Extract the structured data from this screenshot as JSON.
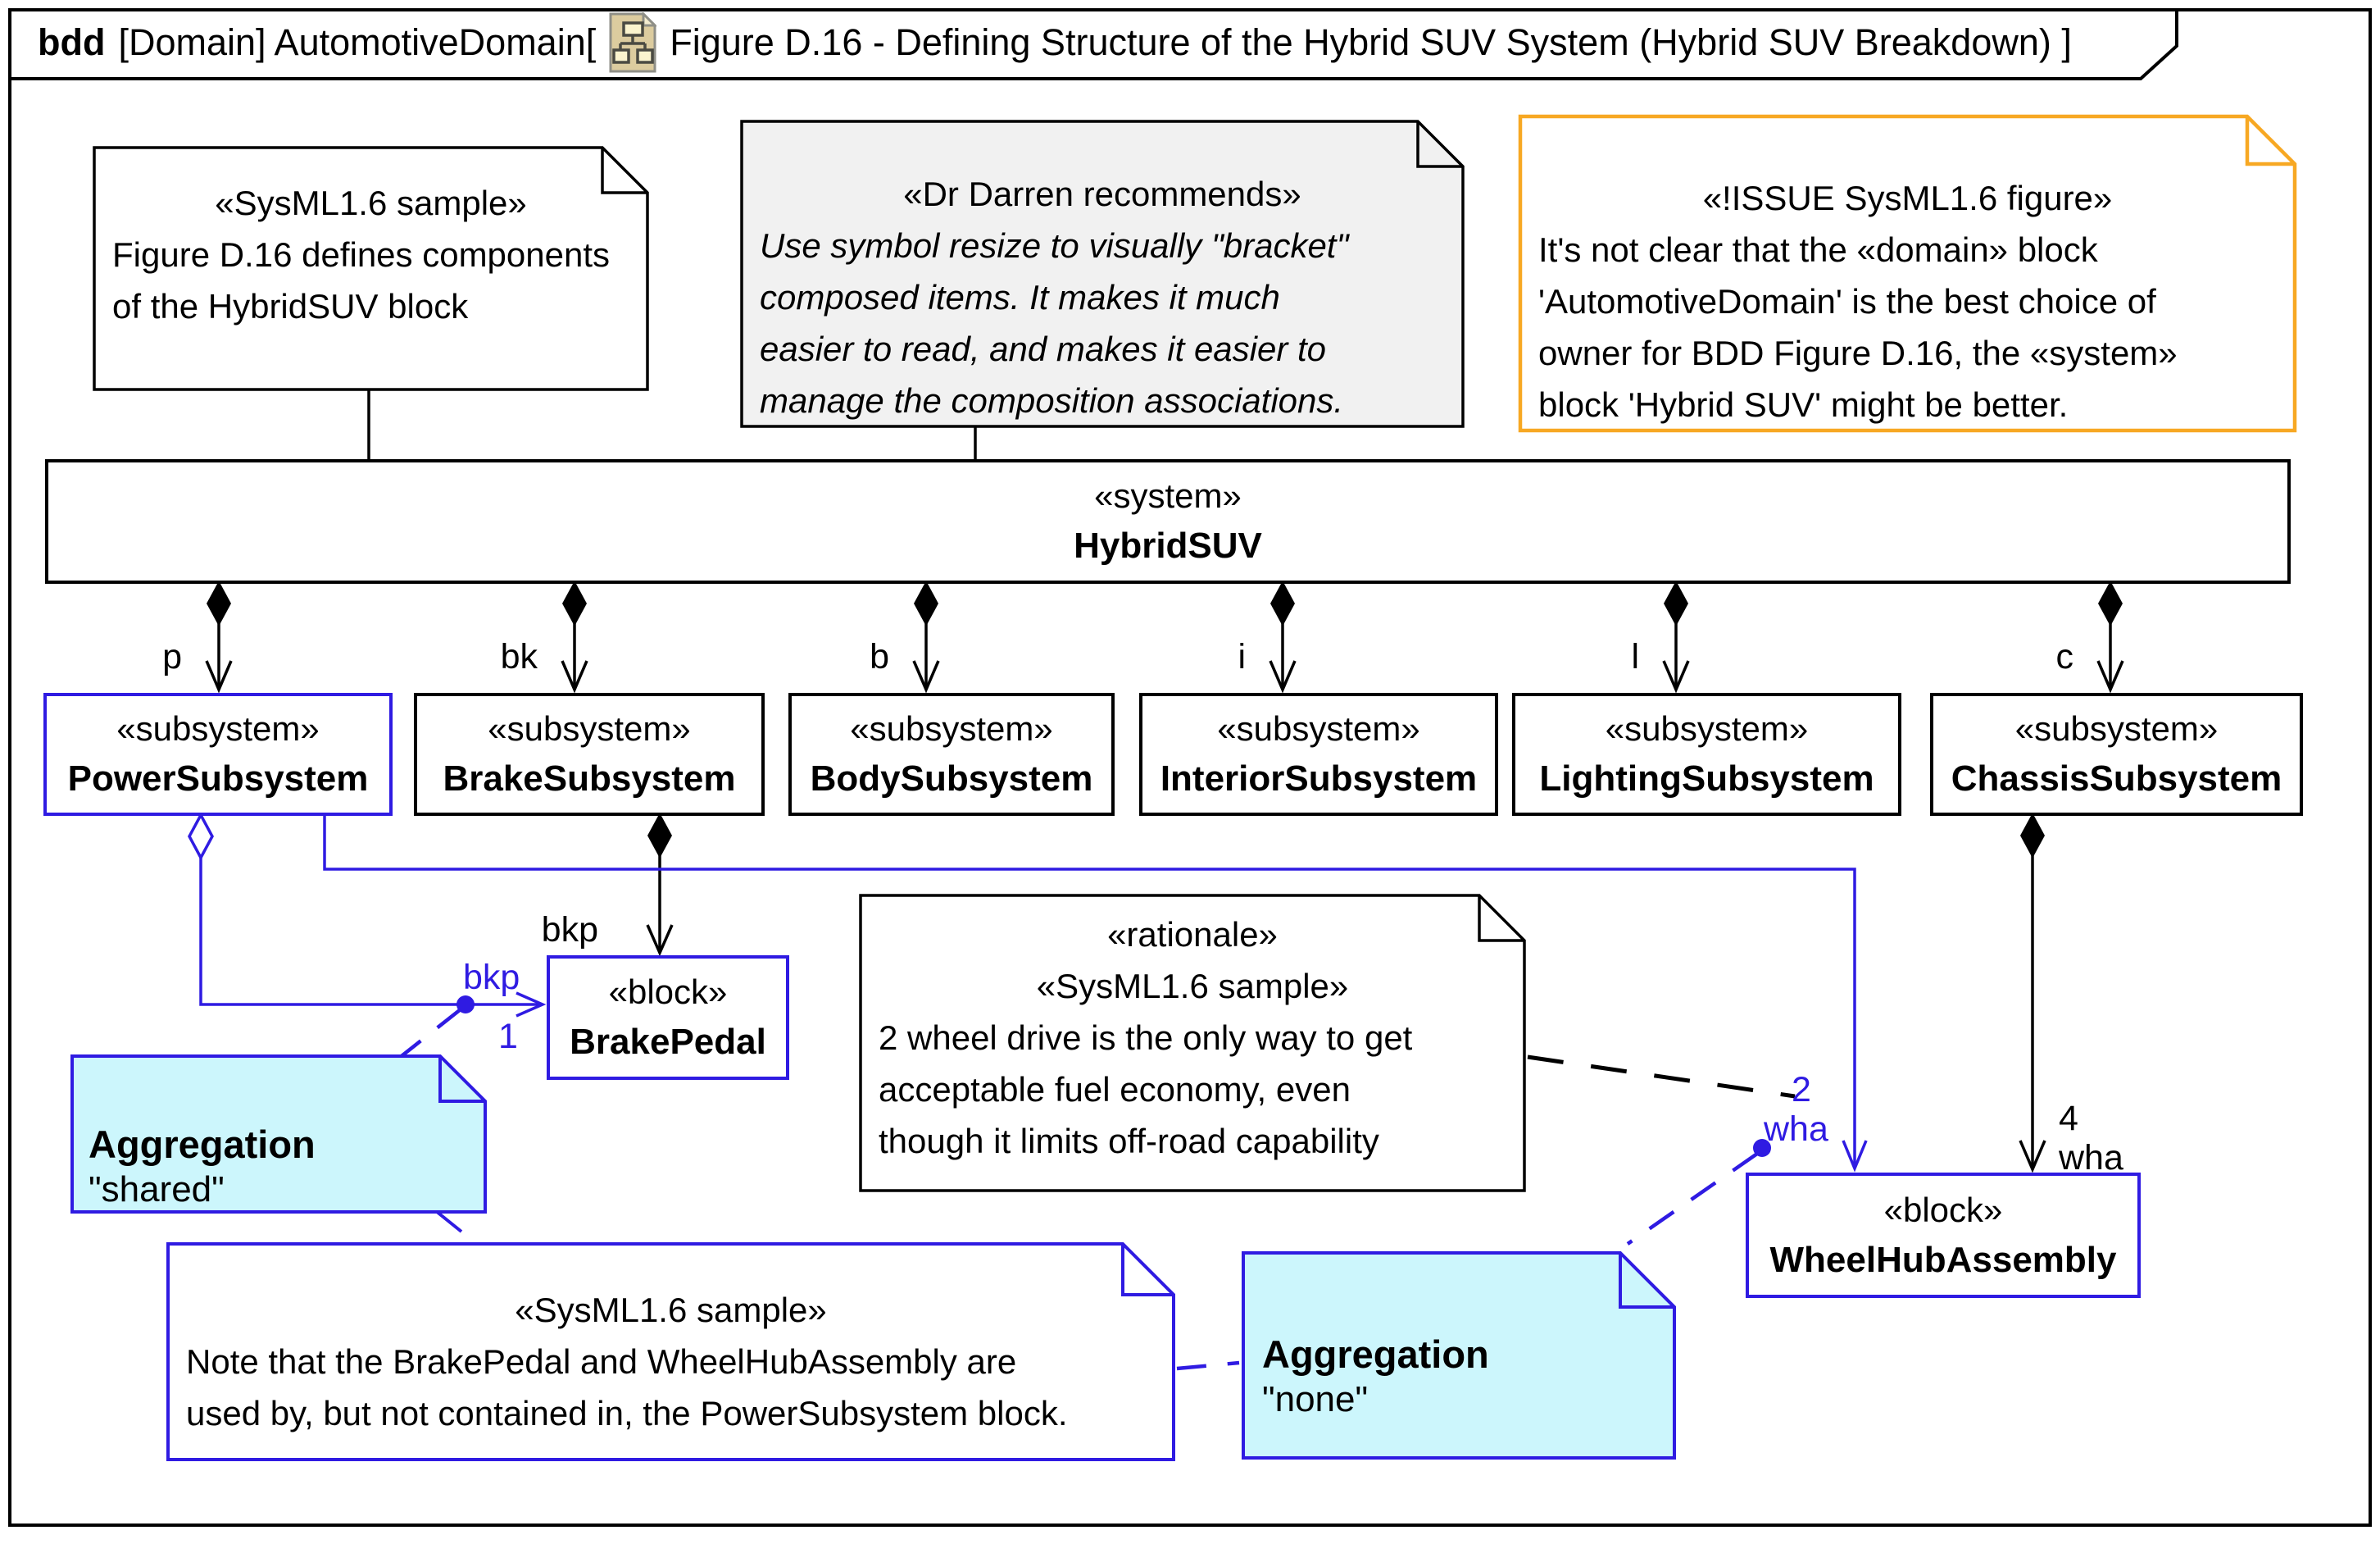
{
  "title": {
    "keyword": "bdd",
    "context": "[Domain] AutomotiveDomain[",
    "diagram": "Figure D.16 - Defining Structure of the Hybrid SUV System (Hybrid SUV Breakdown) ]",
    "icon": "bdd-diagram-icon"
  },
  "blocks": {
    "hybrid_suv": {
      "stereotype": "«system»",
      "name": "HybridSUV"
    },
    "subsystems": [
      {
        "stereotype": "«subsystem»",
        "name": "PowerSubsystem",
        "role": "p"
      },
      {
        "stereotype": "«subsystem»",
        "name": "BrakeSubsystem",
        "role": "bk"
      },
      {
        "stereotype": "«subsystem»",
        "name": "BodySubsystem",
        "role": "b"
      },
      {
        "stereotype": "«subsystem»",
        "name": "InteriorSubsystem",
        "role": "i"
      },
      {
        "stereotype": "«subsystem»",
        "name": "LightingSubsystem",
        "role": "l"
      },
      {
        "stereotype": "«subsystem»",
        "name": "ChassisSubsystem",
        "role": "c"
      }
    ],
    "brake_pedal": {
      "stereotype": "«block»",
      "name": "BrakePedal"
    },
    "wheel_hub": {
      "stereotype": "«block»",
      "name": "WheelHubAssembly"
    }
  },
  "connectors": {
    "brake_pedal_composition": {
      "role": "bkp"
    },
    "power_brakepedal_shared": {
      "role": "bkp",
      "multiplicity": "1"
    },
    "power_wheelhub": {
      "multiplicity": "2",
      "role": "wha"
    },
    "chassis_wheelhub": {
      "multiplicity": "4",
      "role": "wha"
    }
  },
  "notes": {
    "sample_top": {
      "stereotype": "«SysML1.6 sample»",
      "lines": [
        "Figure D.16 defines components",
        "of the HybridSUV block"
      ]
    },
    "dr_darren": {
      "stereotype": "«Dr Darren recommends»",
      "lines": [
        "Use symbol resize to visually \"bracket\"",
        "composed items. It makes it much",
        "easier to read, and makes it easier to",
        "manage the composition associations."
      ]
    },
    "issue": {
      "stereotype": "«!ISSUE SysML1.6 figure»",
      "lines": [
        "It's not clear that the «domain» block",
        "'AutomotiveDomain' is the best choice of",
        "owner for BDD Figure D.16, the «system»",
        "block 'Hybrid SUV' might be better."
      ]
    },
    "rationale": {
      "stereotype1": "«rationale»",
      "stereotype2": "«SysML1.6 sample»",
      "lines": [
        "2 wheel drive is the only way to get",
        "acceptable fuel economy, even",
        "though it limits off-road capability"
      ]
    },
    "aggregation_shared": {
      "title": "Aggregation",
      "value": "\"shared\""
    },
    "aggregation_none": {
      "title": "Aggregation",
      "value": "\"none\""
    },
    "used_by": {
      "stereotype": "«SysML1.6 sample»",
      "lines": [
        "Note that the BrakePedal and WheelHubAssembly are",
        "used by, but not contained in, the PowerSubsystem block."
      ]
    }
  },
  "colors": {
    "accent_blue": "#2F1BE2",
    "issue_orange": "#F7A823",
    "note_cyan": "#CCF6FC",
    "note_gray": "#F1F1F1"
  }
}
